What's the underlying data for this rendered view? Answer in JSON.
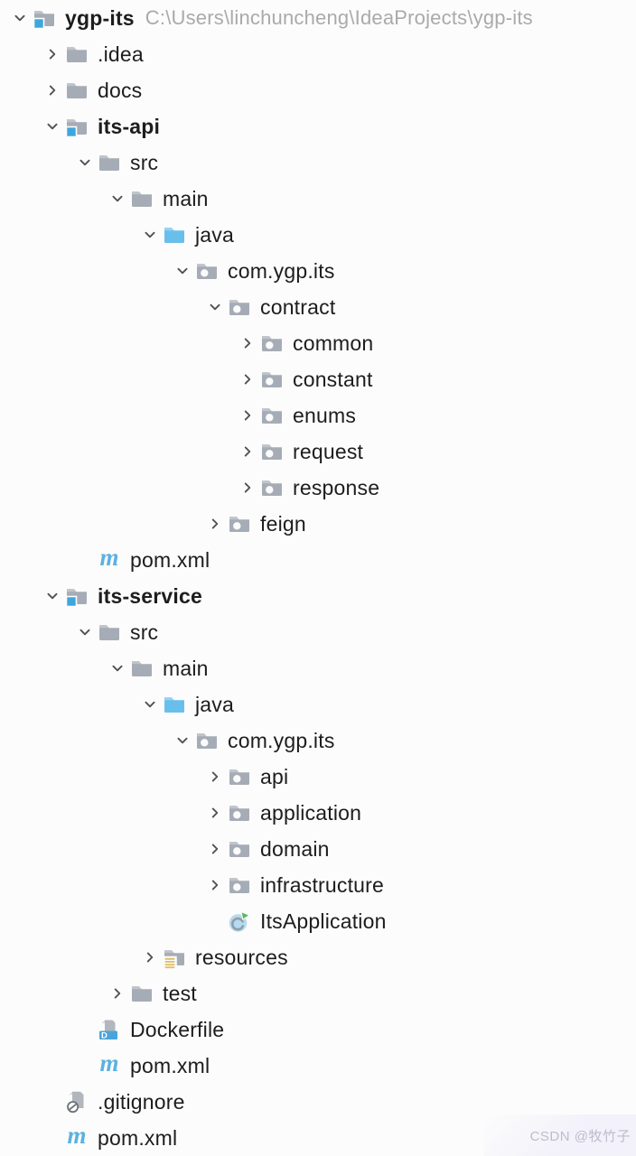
{
  "window": {
    "type": "ide-project-tree",
    "background": "#fcfcfc"
  },
  "colors": {
    "folder_gray": "#a6acb6",
    "folder_tab_gray": "#bfc4cb",
    "java_source_blue": "#69bfec",
    "module_badge_blue": "#3da6dd",
    "maven_blue": "#5bb1e2",
    "resources_gold": "#dfc067",
    "run_green": "#5db761",
    "docker_blue": "#4aa4da",
    "text": "#1d1d1f",
    "path_text": "#a9aaac",
    "chevron": "#4d5156"
  },
  "tree": {
    "rows": [
      {
        "level": 0,
        "chevron": "down",
        "icon": "module",
        "label": "ygp-its",
        "bold": true,
        "path": "C:\\Users\\linchuncheng\\IdeaProjects\\ygp-its"
      },
      {
        "level": 1,
        "chevron": "right",
        "icon": "folder",
        "label": ".idea",
        "bold": false,
        "path": null
      },
      {
        "level": 1,
        "chevron": "right",
        "icon": "folder",
        "label": "docs",
        "bold": false,
        "path": null
      },
      {
        "level": 1,
        "chevron": "down",
        "icon": "module",
        "label": "its-api",
        "bold": true,
        "path": null
      },
      {
        "level": 2,
        "chevron": "down",
        "icon": "folder",
        "label": "src",
        "bold": false,
        "path": null
      },
      {
        "level": 3,
        "chevron": "down",
        "icon": "folder",
        "label": "main",
        "bold": false,
        "path": null
      },
      {
        "level": 4,
        "chevron": "down",
        "icon": "folder-blue",
        "label": "java",
        "bold": false,
        "path": null
      },
      {
        "level": 5,
        "chevron": "down",
        "icon": "package",
        "label": "com.ygp.its",
        "bold": false,
        "path": null
      },
      {
        "level": 6,
        "chevron": "down",
        "icon": "package",
        "label": "contract",
        "bold": false,
        "path": null
      },
      {
        "level": 7,
        "chevron": "right",
        "icon": "package",
        "label": "common",
        "bold": false,
        "path": null
      },
      {
        "level": 7,
        "chevron": "right",
        "icon": "package",
        "label": "constant",
        "bold": false,
        "path": null
      },
      {
        "level": 7,
        "chevron": "right",
        "icon": "package",
        "label": "enums",
        "bold": false,
        "path": null
      },
      {
        "level": 7,
        "chevron": "right",
        "icon": "package",
        "label": "request",
        "bold": false,
        "path": null
      },
      {
        "level": 7,
        "chevron": "right",
        "icon": "package",
        "label": "response",
        "bold": false,
        "path": null
      },
      {
        "level": 6,
        "chevron": "right",
        "icon": "package",
        "label": "feign",
        "bold": false,
        "path": null
      },
      {
        "level": 2,
        "chevron": null,
        "icon": "maven",
        "label": "pom.xml",
        "bold": false,
        "path": null
      },
      {
        "level": 1,
        "chevron": "down",
        "icon": "module",
        "label": "its-service",
        "bold": true,
        "path": null
      },
      {
        "level": 2,
        "chevron": "down",
        "icon": "folder",
        "label": "src",
        "bold": false,
        "path": null
      },
      {
        "level": 3,
        "chevron": "down",
        "icon": "folder",
        "label": "main",
        "bold": false,
        "path": null
      },
      {
        "level": 4,
        "chevron": "down",
        "icon": "folder-blue",
        "label": "java",
        "bold": false,
        "path": null
      },
      {
        "level": 5,
        "chevron": "down",
        "icon": "package",
        "label": "com.ygp.its",
        "bold": false,
        "path": null
      },
      {
        "level": 6,
        "chevron": "right",
        "icon": "package",
        "label": "api",
        "bold": false,
        "path": null
      },
      {
        "level": 6,
        "chevron": "right",
        "icon": "package",
        "label": "application",
        "bold": false,
        "path": null
      },
      {
        "level": 6,
        "chevron": "right",
        "icon": "package",
        "label": "domain",
        "bold": false,
        "path": null
      },
      {
        "level": 6,
        "chevron": "right",
        "icon": "package",
        "label": "infrastructure",
        "bold": false,
        "path": null
      },
      {
        "level": 6,
        "chevron": null,
        "icon": "class-run",
        "label": "ItsApplication",
        "bold": false,
        "path": null
      },
      {
        "level": 4,
        "chevron": "right",
        "icon": "resources",
        "label": "resources",
        "bold": false,
        "path": null
      },
      {
        "level": 3,
        "chevron": "right",
        "icon": "folder",
        "label": "test",
        "bold": false,
        "path": null
      },
      {
        "level": 2,
        "chevron": null,
        "icon": "dockerfile",
        "label": "Dockerfile",
        "bold": false,
        "path": null
      },
      {
        "level": 2,
        "chevron": null,
        "icon": "maven",
        "label": "pom.xml",
        "bold": false,
        "path": null
      },
      {
        "level": 1,
        "chevron": null,
        "icon": "gitignore",
        "label": ".gitignore",
        "bold": false,
        "path": null
      },
      {
        "level": 1,
        "chevron": null,
        "icon": "maven",
        "label": "pom.xml",
        "bold": false,
        "path": null
      }
    ]
  },
  "watermark": {
    "text": "CSDN @牧竹子"
  }
}
